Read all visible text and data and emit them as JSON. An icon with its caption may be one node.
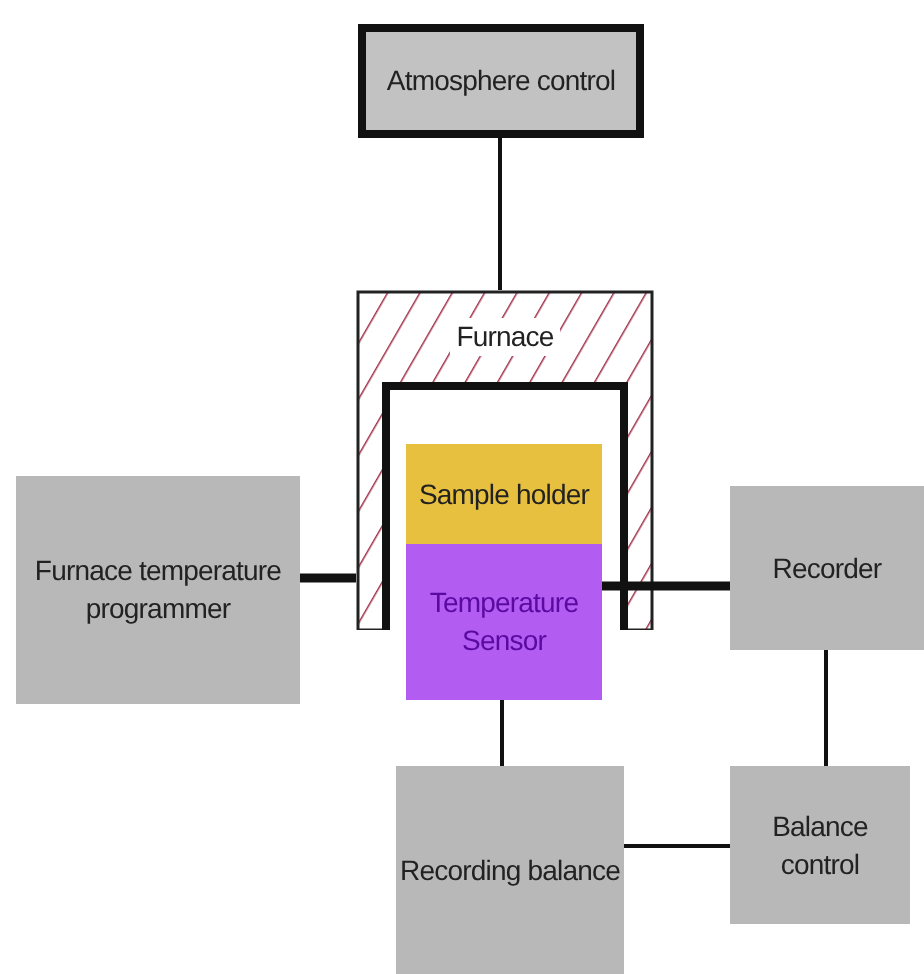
{
  "diagram": {
    "nodes": [
      {
        "text": [
          "Atmosphere control"
        ]
      },
      {
        "text": [
          "Furnace"
        ]
      },
      {
        "text": [
          "Furnace temperature programmer"
        ]
      },
      {
        "text": [
          "Sample holder"
        ]
      },
      {
        "text": [
          "Temperature Sensor"
        ]
      },
      {
        "text": [
          "Recorder"
        ]
      },
      {
        "text": [
          "Recording balance"
        ]
      },
      {
        "text": [
          "Balance control"
        ]
      }
    ],
    "edges": [
      {
        "from": 0,
        "to": 1,
        "arrow": "none"
      },
      {
        "from": 2,
        "to": 1,
        "arrow": "none",
        "style": "thick"
      },
      {
        "from": 4,
        "to": 5,
        "arrow": "none",
        "style": "thick"
      },
      {
        "from": 4,
        "to": 6,
        "arrow": "none"
      },
      {
        "from": 5,
        "to": 7,
        "arrow": "none"
      },
      {
        "from": 6,
        "to": 7,
        "arrow": "none"
      }
    ]
  }
}
